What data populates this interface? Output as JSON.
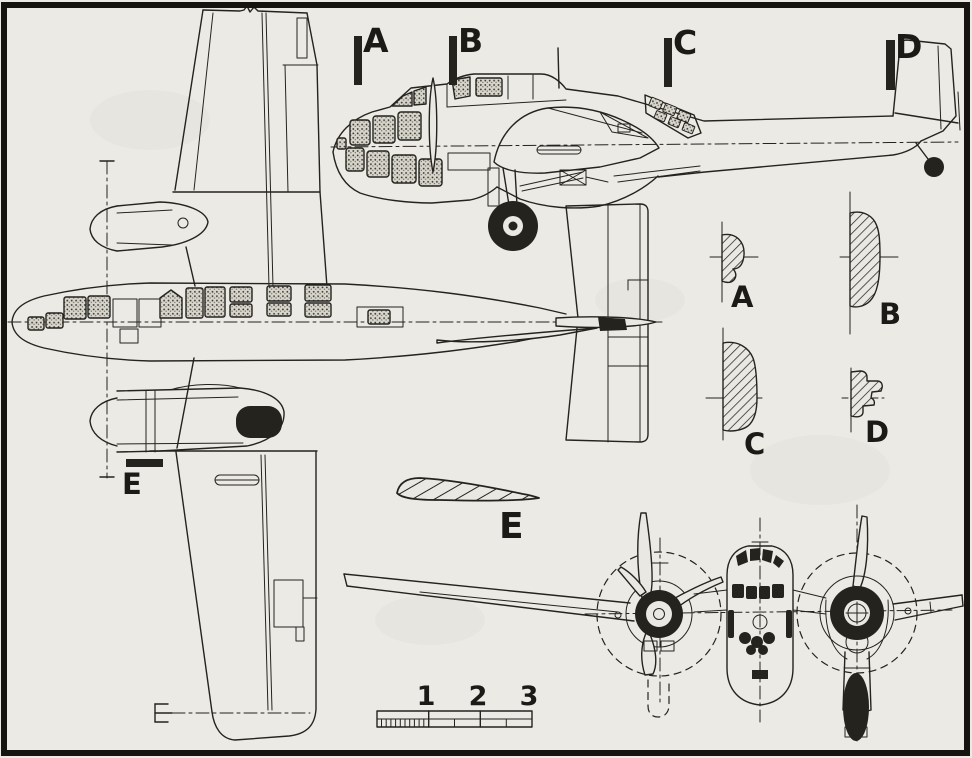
{
  "drawing": {
    "paper_color": "#e9e8e2",
    "ink_color": "#24231e",
    "cut_markers": [
      {
        "label": "A"
      },
      {
        "label": "B"
      },
      {
        "label": "C"
      },
      {
        "label": "D"
      }
    ],
    "cross_sections": [
      {
        "label": "A"
      },
      {
        "label": "B"
      },
      {
        "label": "C"
      },
      {
        "label": "D"
      }
    ],
    "airfoil_section": {
      "label": "E"
    },
    "wing_station_marker": {
      "label": "E"
    },
    "scale_bar": {
      "tick_labels": [
        "1",
        "2",
        "3"
      ]
    }
  }
}
